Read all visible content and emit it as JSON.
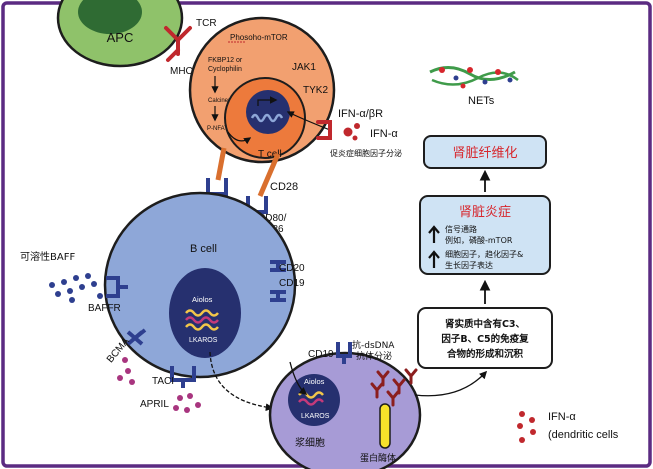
{
  "cells": {
    "apc": "APC",
    "t_cell": "T cell",
    "b_cell": "B cell",
    "plasma_cell": "浆细胞"
  },
  "receptors": {
    "tcr": "TCR",
    "mhc": "MHC",
    "cd28": "CD28",
    "cd80_86_line1": "CD80/",
    "cd80_86_line2": "CD86",
    "cd20": "CD20",
    "cd19": "CD19",
    "cd19_plasma": "CD19",
    "baffr": "BAFFR",
    "bcma": "BCMA",
    "taci": "TACI",
    "ifn_receptor": "IFN-α/βR"
  },
  "t_cell_internal": {
    "phospho_mtor": "Phosoho-mTOR",
    "fkbp_line1": "FKBP12 or",
    "fkbp_line2": "Cyclophilin",
    "calcineurin": "Calcineurin",
    "p_nfatc2": "P-NFATC2",
    "jak1": "JAK1",
    "tyk2": "TYK2"
  },
  "nucleus_labels": {
    "aiolos": "Aiolos",
    "ikaros": "LKAROS",
    "aiolos_plasma": "Aiolos",
    "ikaros_plasma": "LKAROS"
  },
  "soluble": {
    "ifn_alpha": "IFN-α",
    "proinflammatory": "促炎症细胞因子分泌",
    "soluble_baff": "可溶性BAFF",
    "april": "APRIL",
    "anti_dsdna_line1": "抗-dsDNA",
    "anti_dsdna_line2": "抗体分泌",
    "nets": "NETs",
    "proteasome": "蛋白酶体"
  },
  "flow_boxes": {
    "fibrosis": "肾脏纤维化",
    "inflammation_title": "肾脏炎症",
    "inflammation_line1": "信号通路",
    "inflammation_line2": "例如，磷酸-mTOR",
    "inflammation_line3": "细胞因子，趋化因子&",
    "inflammation_line4": "生长因子表达",
    "deposition_line1": "肾实质中含有C3、",
    "deposition_line2": "因子B、C5的免疫复",
    "deposition_line3": "合物的形成和沉积"
  },
  "legend": {
    "ifn_alpha": "IFN-α",
    "dendritic": "(dendritic cells"
  },
  "colors": {
    "frame": "#5b2b82",
    "apc_green": "#8fc26a",
    "t_cell_orange": "#f2a070",
    "b_cell_blue": "#8ea7d8",
    "plasma_purple": "#a79bd6",
    "nucleus_navy": "#26306f",
    "receptor_navy": "#2e3f8f",
    "receptor_red": "#c0282d",
    "flow_box_fill": "#cfe3f4",
    "accent_red": "#d7262c"
  }
}
